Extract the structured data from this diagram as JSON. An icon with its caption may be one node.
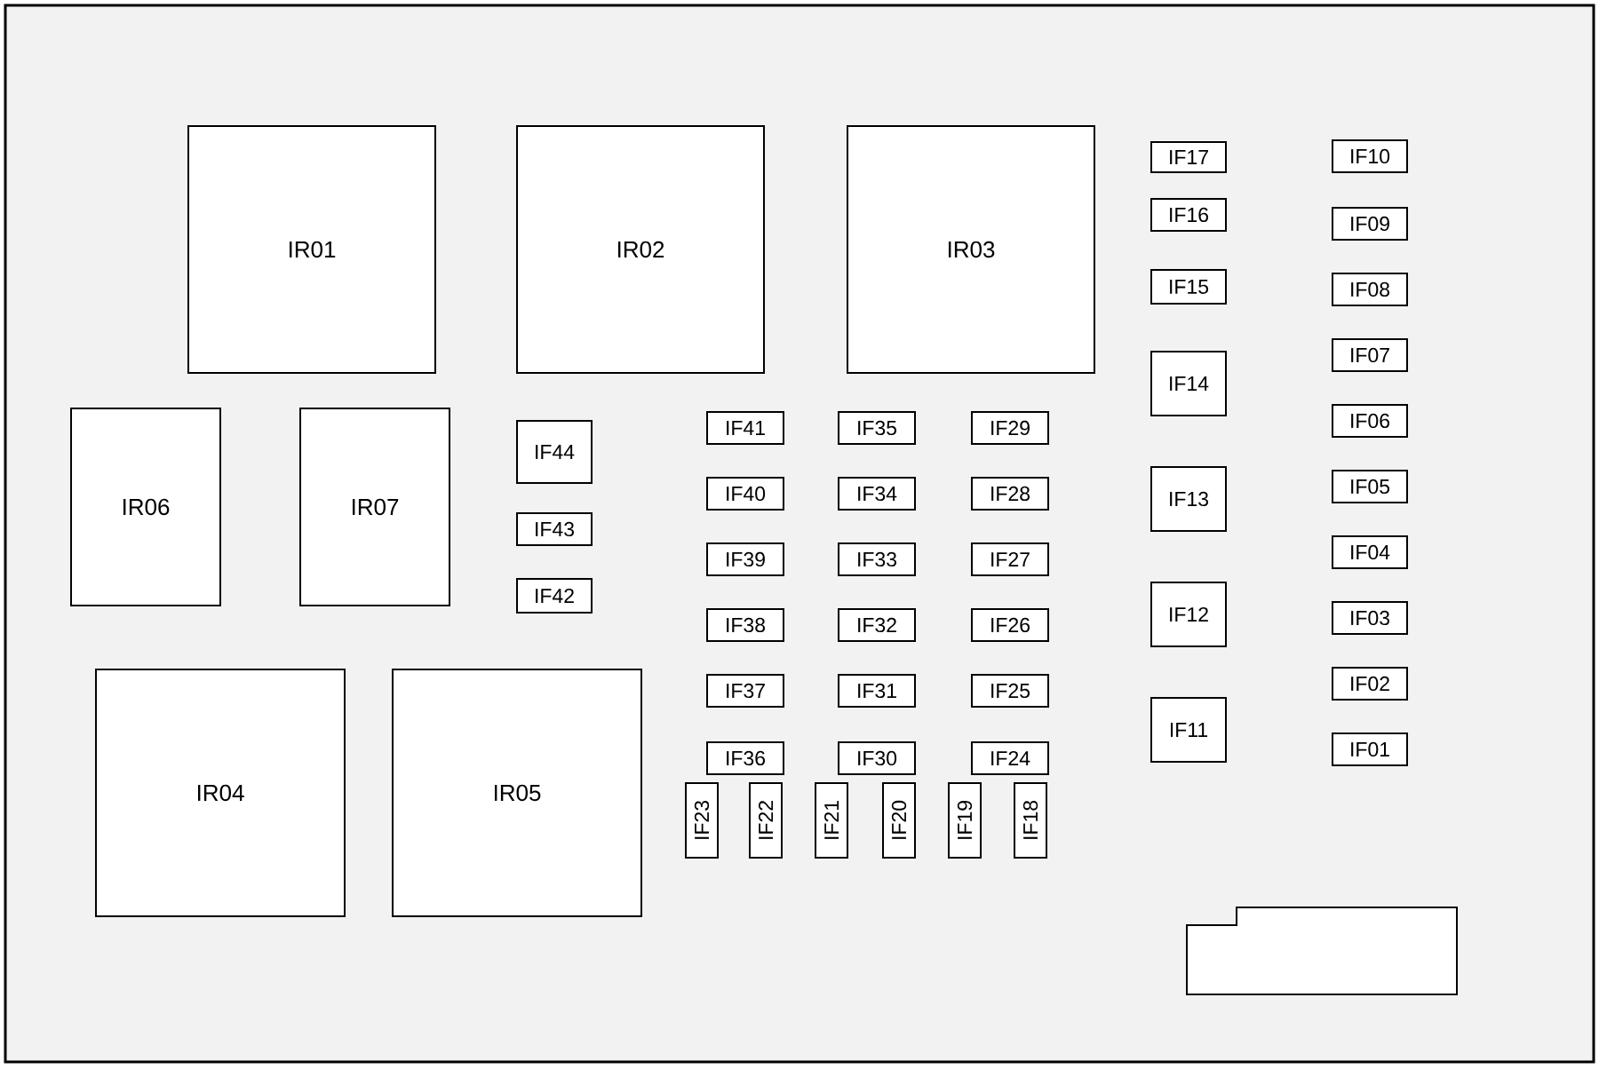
{
  "diagram": {
    "nodes": [
      {
        "text": [
          "IR01"
        ]
      },
      {
        "text": [
          "IR02"
        ]
      },
      {
        "text": [
          "IR03"
        ]
      },
      {
        "text": [
          "IF17"
        ]
      },
      {
        "text": [
          "IF16"
        ]
      },
      {
        "text": [
          "IF15"
        ]
      },
      {
        "text": [
          "IF14"
        ]
      },
      {
        "text": [
          "IF13"
        ]
      },
      {
        "text": [
          "IF12"
        ]
      },
      {
        "text": [
          "IF11"
        ]
      },
      {
        "text": [
          "IF10"
        ]
      },
      {
        "text": [
          "IF09"
        ]
      },
      {
        "text": [
          "IF08"
        ]
      },
      {
        "text": [
          "IF07"
        ]
      },
      {
        "text": [
          "IF06"
        ]
      },
      {
        "text": [
          "IF05"
        ]
      },
      {
        "text": [
          "IF04"
        ]
      },
      {
        "text": [
          "IF03"
        ]
      },
      {
        "text": [
          "IF02"
        ]
      },
      {
        "text": [
          "IF01"
        ]
      },
      {
        "text": [
          "IR06"
        ]
      },
      {
        "text": [
          "IR07"
        ]
      },
      {
        "text": [
          "IF44"
        ]
      },
      {
        "text": [
          "IF43"
        ]
      },
      {
        "text": [
          "IF42"
        ]
      },
      {
        "text": [
          "IF41"
        ]
      },
      {
        "text": [
          "IF40"
        ]
      },
      {
        "text": [
          "IF39"
        ]
      },
      {
        "text": [
          "IF38"
        ]
      },
      {
        "text": [
          "IF37"
        ]
      },
      {
        "text": [
          "IF36"
        ]
      },
      {
        "text": [
          "IF35"
        ]
      },
      {
        "text": [
          "IF34"
        ]
      },
      {
        "text": [
          "IF33"
        ]
      },
      {
        "text": [
          "IF32"
        ]
      },
      {
        "text": [
          "IF31"
        ]
      },
      {
        "text": [
          "IF30"
        ]
      },
      {
        "text": [
          "IF29"
        ]
      },
      {
        "text": [
          "IF28"
        ]
      },
      {
        "text": [
          "IF27"
        ]
      },
      {
        "text": [
          "IF26"
        ]
      },
      {
        "text": [
          "IF25"
        ]
      },
      {
        "text": [
          "IF24"
        ]
      },
      {
        "text": [
          "IR04"
        ]
      },
      {
        "text": [
          "IR05"
        ]
      },
      {
        "text": [
          "IF23"
        ]
      },
      {
        "text": [
          "IF22"
        ]
      },
      {
        "text": [
          "IF21"
        ]
      },
      {
        "text": [
          "IF20"
        ]
      },
      {
        "text": [
          "IF19"
        ]
      },
      {
        "text": [
          "IF18"
        ]
      },
      {
        "text": [],
        "shape": "box"
      }
    ]
  }
}
